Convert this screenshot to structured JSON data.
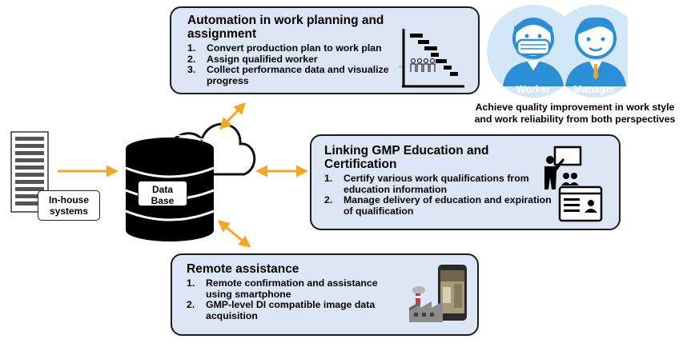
{
  "automation": {
    "title": "Automation in work planning and assignment",
    "items": [
      {
        "num": "1.",
        "text": "Convert production plan to work plan"
      },
      {
        "num": "2.",
        "text": "Assign qualified worker"
      },
      {
        "num": "3.",
        "text": "Collect performance data and visualize progress"
      }
    ]
  },
  "gmp": {
    "title": "Linking GMP Education and Certification",
    "items": [
      {
        "num": "1.",
        "text": "Certify various work qualifications from education information"
      },
      {
        "num": "2.",
        "text": "Manage delivery of education and expiration of qualification"
      }
    ]
  },
  "remote": {
    "title": "Remote assistance",
    "items": [
      {
        "num": "1.",
        "text": "Remote confirmation and assistance using smartphone"
      },
      {
        "num": "2.",
        "text": "GMP-level DI compatible image data acquisition"
      }
    ]
  },
  "database": {
    "label_line1": "Data",
    "label_line2": "Base"
  },
  "inhouse": {
    "label_line1": "In-house",
    "label_line2": "systems"
  },
  "people": {
    "worker": "Worker",
    "manager": "Manager",
    "caption_line1": "Achieve quality improvement in work style",
    "caption_line2": "and work reliability from both perspectives"
  },
  "colors": {
    "box_fill": "#dde6f4",
    "arrow": "#f5a623",
    "person_circle": "#d2e7f8",
    "person_blue": "#2b8fd6",
    "dark": "#1a1a1a"
  },
  "icons": [
    "server-rack-icon",
    "database-cylinder-icon",
    "cloud-icon",
    "gantt-chart-icon",
    "teacher-presentation-icon",
    "certificate-card-icon",
    "factory-icon",
    "smartphone-icon",
    "worker-avatar-icon",
    "manager-avatar-icon"
  ]
}
